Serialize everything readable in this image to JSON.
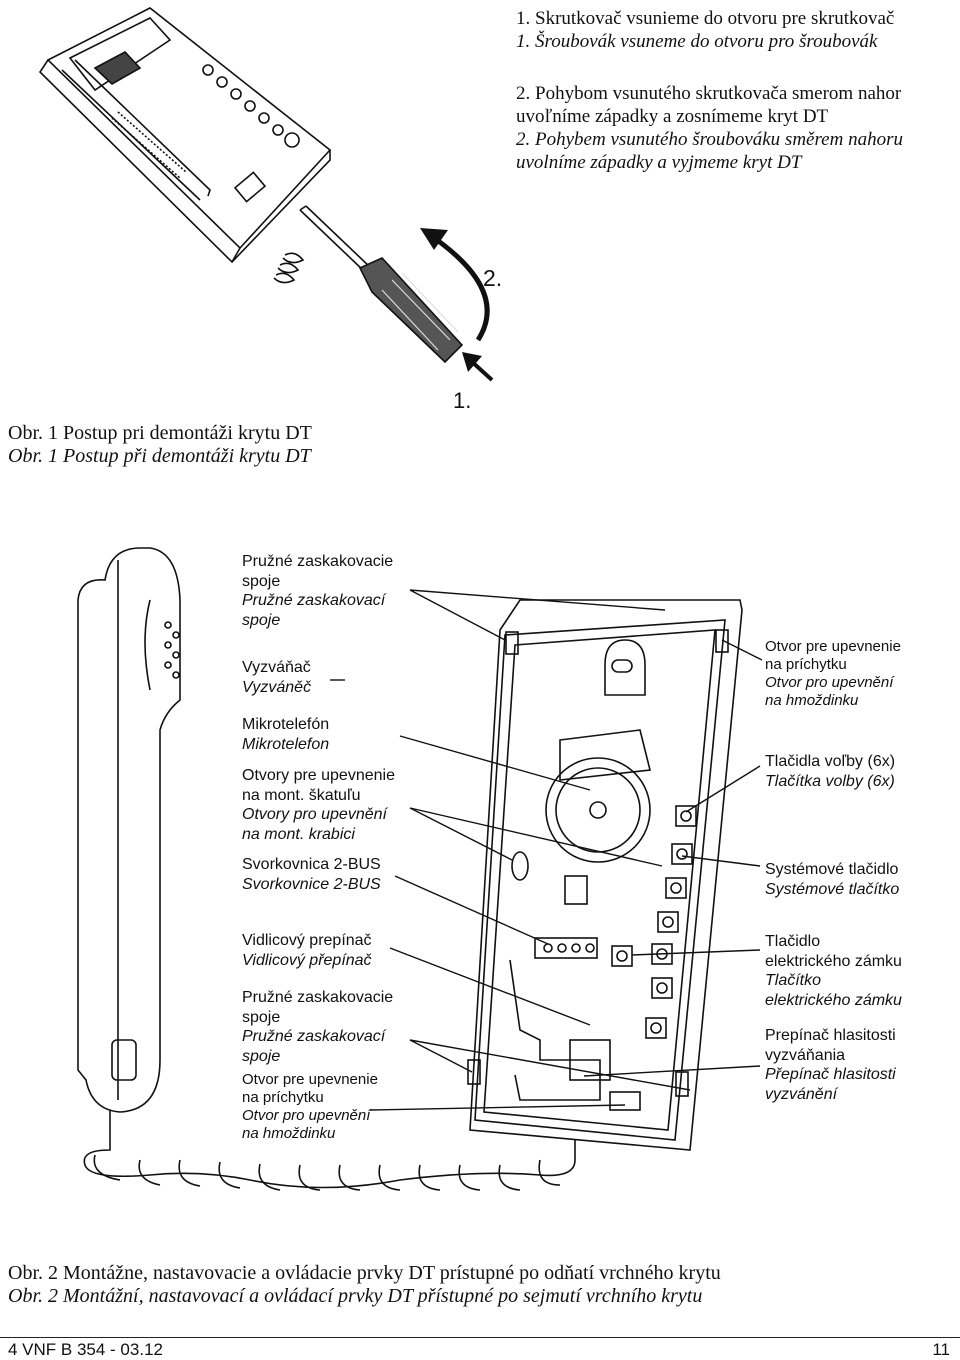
{
  "instructions": {
    "step1_sk": "1. Skrutkovač vsunieme do otvoru pre skrutkovač",
    "step1_cz": "1. Šroubovák vsuneme do otvoru pro šroubovák",
    "step2_sk_line1": "2. Pohybom vsunutého skrutkovača smerom nahor",
    "step2_sk_line2": "uvoľníme západky a zosnímeme kryt DT",
    "step2_cz_line1": "2. Pohybem vsunutého šroubováku směrem nahoru",
    "step2_cz_line2": "uvolníme západky a vyjmeme kryt DT"
  },
  "figure1": {
    "arrow_label_2": "2.",
    "arrow_label_1": "1.",
    "caption_sk": "Obr. 1 Postup pri demontáži krytu DT",
    "caption_cz": "Obr. 1 Postup při demontáži krytu DT"
  },
  "figure2": {
    "labels_left": {
      "snap_sk_1": "Pružné zaskakovacie",
      "snap_sk_2": "spoje",
      "snap_cz_1": "Pružné zaskakovací",
      "snap_cz_2": "spoje",
      "ringer_sk": "Vyzváňač",
      "ringer_cz": "Vyzváněč",
      "handset_sk": "Mikrotelefón",
      "handset_cz": "Mikrotelefon",
      "holes_sk_1": "Otvory pre upevnenie",
      "holes_sk_2": "na mont. škatuľu",
      "holes_cz_1": "Otvory pro upevnění",
      "holes_cz_2": "na mont. krabici",
      "terminal_sk": "Svorkovnica 2-BUS",
      "terminal_cz": "Svorkovnice 2-BUS",
      "hook_sk": "Vidlicový prepínač",
      "hook_cz": "Vidlicový přepínač",
      "snap2_sk_1": "Pružné zaskakovacie",
      "snap2_sk_2": "spoje",
      "snap2_cz_1": "Pružné zaskakovací",
      "snap2_cz_2": "spoje",
      "dowel2_sk_1": "Otvor pre upevnenie",
      "dowel2_sk_2": "na príchytku",
      "dowel2_cz_1": "Otvor pro upevnění",
      "dowel2_cz_2": "na hmoždinku"
    },
    "labels_right": {
      "dowel_sk_1": "Otvor pre upevnenie",
      "dowel_sk_2": "na príchytku",
      "dowel_cz_1": "Otvor pro upevnění",
      "dowel_cz_2": "na hmoždinku",
      "buttons_sk": "Tlačidla voľby (6x)",
      "buttons_cz": "Tlačítka volby (6x)",
      "system_sk": "Systémové  tlačidlo",
      "system_cz": "Systémové  tlačítko",
      "lock_sk_1": "Tlačidlo",
      "lock_sk_2": "elektrického zámku",
      "lock_cz_1": "Tlačítko",
      "lock_cz_2": "elektrického zámku",
      "volume_sk_1": "Prepínač hlasitosti",
      "volume_sk_2": "vyzváňania",
      "volume_cz_1": "Přepínač hlasitosti",
      "volume_cz_2": "vyzvánění"
    },
    "caption_sk": "Obr. 2 Montážne, nastavovacie a ovládacie prvky DT prístupné po odňatí vrchného krytu",
    "caption_cz": "Obr. 2 Montážní, nastavovací a ovládací prvky DT přístupné po sejmutí vrchního krytu"
  },
  "footer": {
    "doc_code": "4 VNF B 354  -  03.12",
    "page_number": "11"
  }
}
